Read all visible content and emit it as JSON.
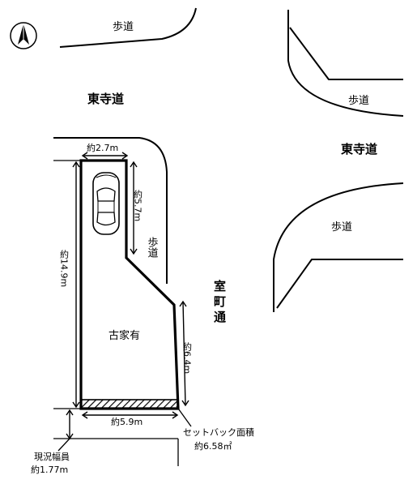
{
  "labels": {
    "sidewalk": "歩道",
    "road_east": "東寺道",
    "road_muromachi": "室町通",
    "house": "古家有",
    "width_top": "約2.7m",
    "depth_parking": "約5.7m",
    "depth_total": "約14.9m",
    "side_lower": "約6.4m",
    "width_bottom": "約5.9m",
    "road_width_title": "現況幅員",
    "road_width_value": "約1.77m",
    "setback_title": "セットバック面積",
    "setback_value": "約6.58㎡"
  },
  "icons": {
    "north": "north-arrow-icon",
    "car": "car-icon"
  },
  "colors": {
    "line": "#000000",
    "background": "#ffffff"
  }
}
